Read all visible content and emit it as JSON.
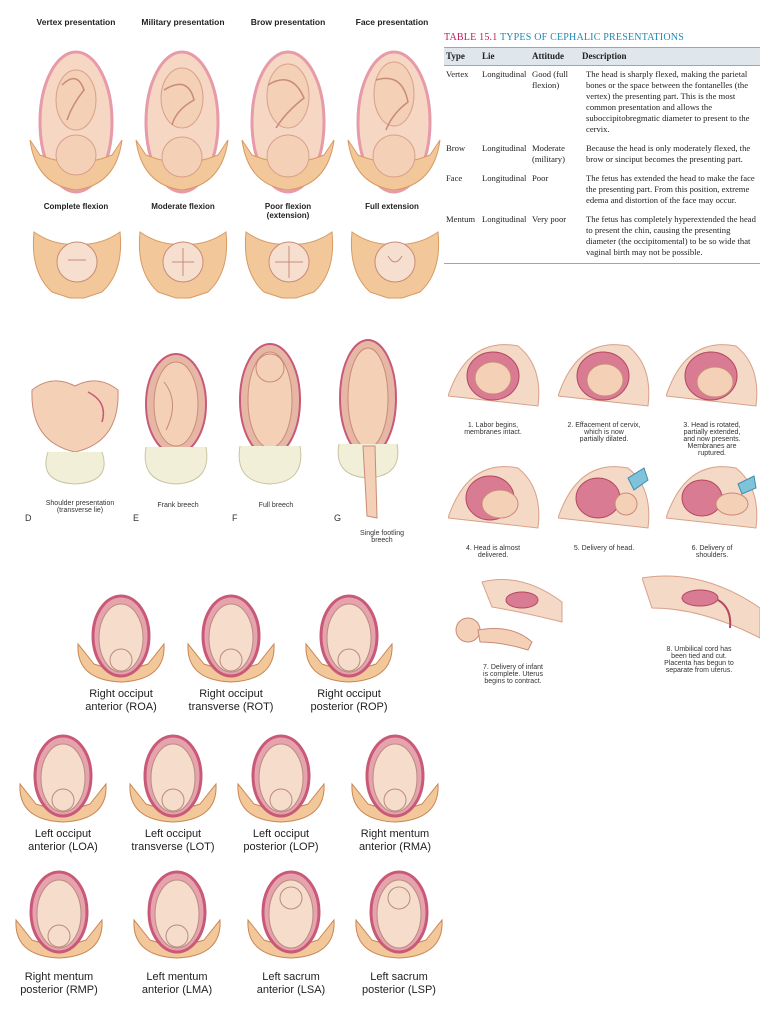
{
  "cephalic_row": {
    "titles": [
      "Vertex presentation",
      "Military presentation",
      "Brow presentation",
      "Face presentation"
    ],
    "flexion_labels": [
      "Complete flexion",
      "Moderate flexion",
      "Poor flexion\n(extension)",
      "Full extension"
    ]
  },
  "table": {
    "title_prefix": "TABLE 15.1",
    "title_rest": " TYPES OF CEPHALIC PRESENTATIONS",
    "headers": [
      "Type",
      "Lie",
      "Attitude",
      "Description"
    ],
    "rows": [
      {
        "type": "Vertex",
        "lie": "Longitudinal",
        "attitude": "Good (full flexion)",
        "description": "The head is sharply flexed, making the parietal bones or the space between the fontanelles (the vertex) the presenting part. This is the most common presentation and allows the suboccipitobregmatic diameter to present to the cervix."
      },
      {
        "type": "Brow",
        "lie": "Longitudinal",
        "attitude": "Moderate (military)",
        "description": "Because the head is only moderately flexed, the brow or sinciput becomes the presenting part."
      },
      {
        "type": "Face",
        "lie": "Longitudinal",
        "attitude": "Poor",
        "description": "The fetus has extended the head to make the face the presenting part. From this position, extreme edema and distortion of the face may occur."
      },
      {
        "type": "Mentum",
        "lie": "Longitudinal",
        "attitude": "Very poor",
        "description": "The fetus has completely hyperextended the head to present the chin, causing the presenting diameter (the occipitomental) to be so wide that vaginal birth may not be possible."
      }
    ]
  },
  "breech_row": {
    "letters": [
      "D",
      "E",
      "F",
      "G"
    ],
    "labels": [
      "Shoulder presentation\n(transverse lie)",
      "Frank breech",
      "Full breech",
      "Single footling\nbreech"
    ]
  },
  "labor_steps": [
    "1. Labor begins,\nmembranes intact.",
    "2. Effacement of cervix,\nwhich is now\npartially dilated.",
    "3. Head is rotated,\npartially extended,\nand now presents.\nMembranes are\nruptured.",
    "4. Head is almost\ndelivered.",
    "5. Delivery of head.",
    "6. Delivery of\nshoulders.",
    "7. Delivery of infant\nis complete. Uterus\nbegins to contract.",
    "8. Umbilical cord has\nbeen tied and cut.\nPlacenta has begun to\nseparate from uterus."
  ],
  "positions_row1": [
    "Right occiput\nanterior (ROA)",
    "Right occiput\ntransverse (ROT)",
    "Right occiput\nposterior (ROP)"
  ],
  "positions_row2": [
    "Left occiput\nanterior (LOA)",
    "Left occiput\ntransverse (LOT)",
    "Left occiput\nposterior (LOP)",
    "Right mentum\nanterior (RMA)"
  ],
  "positions_row3": [
    "Right mentum\nposterior (RMP)",
    "Left mentum\nanterior (LMA)",
    "Left sacrum\nanterior (LSA)",
    "Left sacrum\nposterior (LSP)"
  ],
  "colors": {
    "skin": "#f3d0b6",
    "skin_dark": "#e5b394",
    "uterus": "#c85a78",
    "pelvis": "#f2c89a",
    "pelvis_dark": "#d99a62",
    "table_title_pink": "#c2185b",
    "table_title_blue": "#1e88b5"
  }
}
